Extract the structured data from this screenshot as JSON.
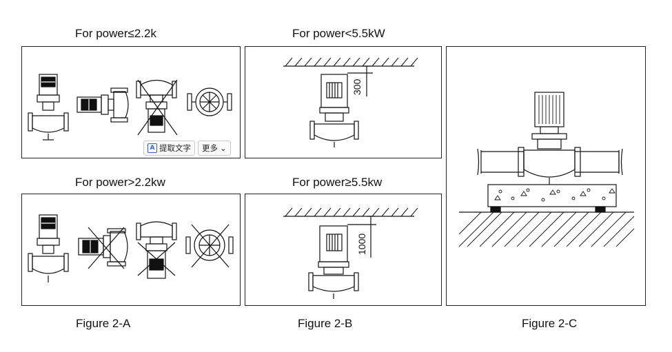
{
  "labels": {
    "a_top": "For power≤2.2k",
    "a_bottom": "For power>2.2kw",
    "b_top": "For power<5.5kW",
    "b_bottom": "For power≥5.5kw",
    "b_top_dim": "300",
    "b_bottom_dim": "1000"
  },
  "captions": {
    "fig_a": "Figure 2-A",
    "fig_b": "Figure 2-B",
    "fig_c": "Figure 2-C"
  },
  "toolbar": {
    "icon_glyph": "A",
    "extract_text": "提取文字",
    "more": "更多",
    "more_chevron": "⌄"
  },
  "colors": {
    "line": "#111111",
    "accent": "#3a62c9"
  }
}
